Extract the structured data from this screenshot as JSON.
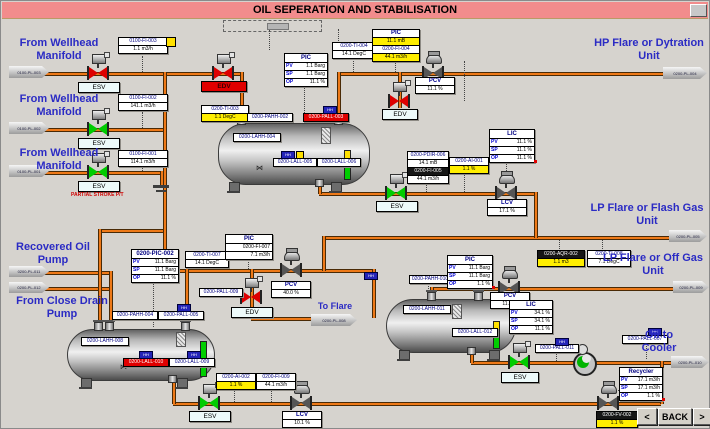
{
  "title": "OIL SEPERATION AND STABILISATION",
  "labels": {
    "wellhead1": "From Wellhead Manifold",
    "wellhead2": "From Wellhead Manifold",
    "wellhead3": "From Wellhead Manifold",
    "recovered": "Recovered Oil Pump",
    "close_drain": "From Close Drain Pump",
    "hp_flare": "HP Flare or Dytration Unit",
    "lp_flash": "LP Flare or Flash Gas Unit",
    "lp_offgas": "LP Flare or Off Gas Unit",
    "oil_cooler": "Oil to Cooler",
    "to_flare": "To Flare",
    "partial_stroke": "PARTIAL STROKE P/T"
  },
  "misc": {
    "chip": "HH"
  },
  "shutoff": {
    "esv": "ESV",
    "edv": "EDV"
  },
  "control_valves": {
    "pcv1": {
      "name": "PCV",
      "op": "11.1 %"
    },
    "pcv2": {
      "name": "PCV",
      "op": "40.0 %"
    },
    "pcv3": {
      "name": "PCV",
      "op": "11.1 %"
    },
    "lcv1": {
      "name": "LCV",
      "op": "17.1 %"
    },
    "lcv2": {
      "name": "LCV",
      "op": "10.1 %"
    }
  },
  "tags": {
    "fi3": {
      "rows": [
        {
          "t": "0100-FI-003",
          "c": "n"
        },
        {
          "t": "1.1 m3/h",
          "c": "w"
        }
      ]
    },
    "fi2": {
      "rows": [
        {
          "t": "0100-FI-002",
          "c": "n"
        },
        {
          "t": "141.1 m3/h",
          "c": "w"
        }
      ]
    },
    "fi1": {
      "rows": [
        {
          "t": "0100-FI-001",
          "c": "n"
        },
        {
          "t": "114.1 m3/h",
          "c": "w"
        }
      ]
    },
    "ti3": {
      "rows": [
        {
          "t": "0200-TI-003",
          "c": "n"
        },
        {
          "t": "1.1 DegC",
          "c": "y"
        }
      ]
    },
    "pahh2": {
      "rows": [
        {
          "t": "0200-PAHH-002",
          "c": "n"
        }
      ]
    },
    "pall3": {
      "rows": [
        {
          "t": "0200-PALL-003",
          "c": "rd"
        }
      ]
    },
    "lahh4": {
      "rows": [
        {
          "t": "0200-LAHH-004",
          "c": "n"
        }
      ]
    },
    "lall5": {
      "rows": [
        {
          "t": "0200-LALL-005",
          "c": "n"
        }
      ]
    },
    "lall6": {
      "rows": [
        {
          "t": "0200-LALL-006",
          "c": "n"
        }
      ]
    },
    "ti4": {
      "rows": [
        {
          "t": "0200-TI-004",
          "c": "n"
        },
        {
          "t": "14.1 DegC",
          "c": "w"
        }
      ]
    },
    "picb": {
      "rows": [
        {
          "t": "PIC",
          "c": "b"
        },
        {
          "t": "11.1 mB",
          "c": "y"
        },
        {
          "t": "0200-FI-004",
          "c": "n"
        },
        {
          "t": "44.1 m3/h",
          "c": "y"
        }
      ]
    },
    "pdir": {
      "rows": [
        {
          "t": "0200-PDIR-006",
          "c": "n"
        },
        {
          "t": "14.1 mB",
          "c": "w"
        },
        {
          "t": "0200-FI-005",
          "c": "k"
        },
        {
          "t": "44.1 m3/h",
          "c": "w"
        }
      ]
    },
    "ai1": {
      "rows": [
        {
          "t": "0200-AI-001",
          "c": "n"
        },
        {
          "t": "1.1 %",
          "c": "y"
        }
      ]
    },
    "aqr2": {
      "rows": [
        {
          "t": "0200-AQR-002",
          "c": "k"
        },
        {
          "t": "1.1 m3",
          "c": "y"
        }
      ]
    },
    "ti8": {
      "rows": [
        {
          "t": "0200-TI-008",
          "c": "n"
        },
        {
          "t": "7.1 DegC",
          "c": "w"
        }
      ]
    },
    "pahh4": {
      "rows": [
        {
          "t": "0200-PAHH-004",
          "c": "n"
        }
      ]
    },
    "pall5": {
      "rows": [
        {
          "t": "0200-PALL-005",
          "c": "n"
        }
      ]
    },
    "ti7": {
      "rows": [
        {
          "t": "0200-TI-007",
          "c": "n"
        },
        {
          "t": "14.1 DegC",
          "c": "w"
        }
      ]
    },
    "pall9": {
      "rows": [
        {
          "t": "0200-PALL-009",
          "c": "n"
        }
      ]
    },
    "lahh8": {
      "rows": [
        {
          "t": "0200-LAHH-008",
          "c": "n"
        }
      ]
    },
    "lall10": {
      "rows": [
        {
          "t": "0200-LALL-010",
          "c": "rd"
        }
      ]
    },
    "lall9": {
      "rows": [
        {
          "t": "0200-LALL-009",
          "c": "n"
        }
      ]
    },
    "ai2": {
      "rows": [
        {
          "t": "0200-AI-002",
          "c": "n"
        },
        {
          "t": "1.1 %",
          "c": "y"
        }
      ]
    },
    "fi9": {
      "rows": [
        {
          "t": "0200-FI-009",
          "c": "n"
        },
        {
          "t": "44.1 m3/h",
          "c": "w"
        }
      ]
    },
    "lahh11": {
      "rows": [
        {
          "t": "0200-LAHH-011",
          "c": "n"
        }
      ]
    },
    "lall12": {
      "rows": [
        {
          "t": "0200-LALL-012",
          "c": "n"
        }
      ]
    },
    "pahh10": {
      "rows": [
        {
          "t": "0200-PAHH-010",
          "c": "n"
        }
      ]
    },
    "pall11": {
      "rows": [
        {
          "t": "0200-PALL-011",
          "c": "n"
        }
      ]
    },
    "pall7": {
      "rows": [
        {
          "t": "0200-PALL-007",
          "c": "n"
        }
      ]
    },
    "fv2": {
      "rows": [
        {
          "t": "0200-FV-002",
          "c": "k"
        },
        {
          "t": "1.1 %",
          "c": "y"
        }
      ]
    }
  },
  "faceplates": {
    "pic1": {
      "header": "PIC",
      "rows": [
        {
          "l": "PV",
          "v": "1.1 Barg"
        },
        {
          "l": "SP",
          "v": "1.1 Barg"
        },
        {
          "l": "OP",
          "v": "11.1 %"
        }
      ]
    },
    "lic1": {
      "header": "LIC",
      "rows": [
        {
          "l": "PV",
          "v": "11.1 %"
        },
        {
          "l": "SP",
          "v": "11.1 %"
        },
        {
          "l": "OP",
          "v": "11.1 %"
        }
      ]
    },
    "pic2": {
      "header": "0200-PIC-002",
      "rows": [
        {
          "l": "PV",
          "v": "11.1 Barg"
        },
        {
          "l": "SP",
          "v": "11.1 Barg"
        },
        {
          "l": "OP",
          "v": "11.1 %"
        }
      ]
    },
    "pic4": {
      "header": "PIC",
      "rows": [
        {
          "l": "",
          "v": "0200-FI-007"
        },
        {
          "l": "",
          "v": "7.1 m3/h"
        }
      ]
    },
    "pic5": {
      "header": "PIC",
      "rows": [
        {
          "l": "PV",
          "v": "11.1 Barg"
        },
        {
          "l": "SP",
          "v": "11.1 Barg"
        },
        {
          "l": "OP",
          "v": "1.1 %"
        }
      ]
    },
    "lic2": {
      "header": "LIC",
      "rows": [
        {
          "l": "PV",
          "v": "34.1 %"
        },
        {
          "l": "SP",
          "v": "34.1 %"
        },
        {
          "l": "OP",
          "v": "11.1 %"
        }
      ]
    },
    "recycler": {
      "header": "Recycler",
      "rows": [
        {
          "l": "PV",
          "v": "17.1 m3/h"
        },
        {
          "l": "SP",
          "v": "17.1 m3/h"
        },
        {
          "l": "OP",
          "v": "1.1 %"
        }
      ]
    }
  },
  "arrows": {
    "wellhead1": "0100-PL-003",
    "wellhead2": "0100-PL-002",
    "wellhead3": "0100-PL-001",
    "recovered": "0200-PL-011",
    "close_drain": "0200-PL-012",
    "hp_flare": "0200-PL-004",
    "lp_flash": "0200-PL-005",
    "lp_offgas": "0200-PL-009",
    "oil_cooler": "0200-PL-010",
    "to_flare": "0200-PL-008"
  },
  "nav": {
    "prev": "<",
    "back": "BACK",
    "next": ">"
  }
}
